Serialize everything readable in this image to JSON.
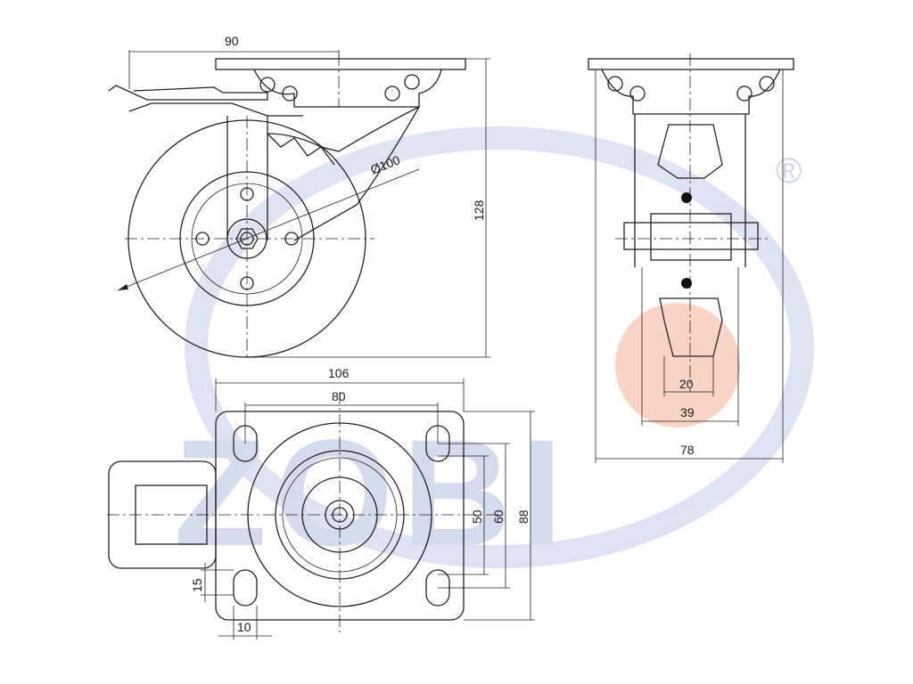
{
  "watermark": {
    "text": "ZOBI",
    "registered_mark": "®",
    "blue": "#c9d2ea",
    "orange": "#f6c9b6"
  },
  "dimensions": {
    "side_view": {
      "offset_top": "90",
      "height": "128",
      "wheel_diameter": "Ø100"
    },
    "front_view": {
      "tread_width": "20",
      "wheel_width": "39",
      "overall_width": "78"
    },
    "plate_view": {
      "plate_length": "106",
      "hole_spacing_length": "80",
      "hole_spacing_width_inner": "50",
      "hole_spacing_width": "60",
      "plate_width": "88",
      "slot_length": "15",
      "slot_width": "10"
    }
  }
}
